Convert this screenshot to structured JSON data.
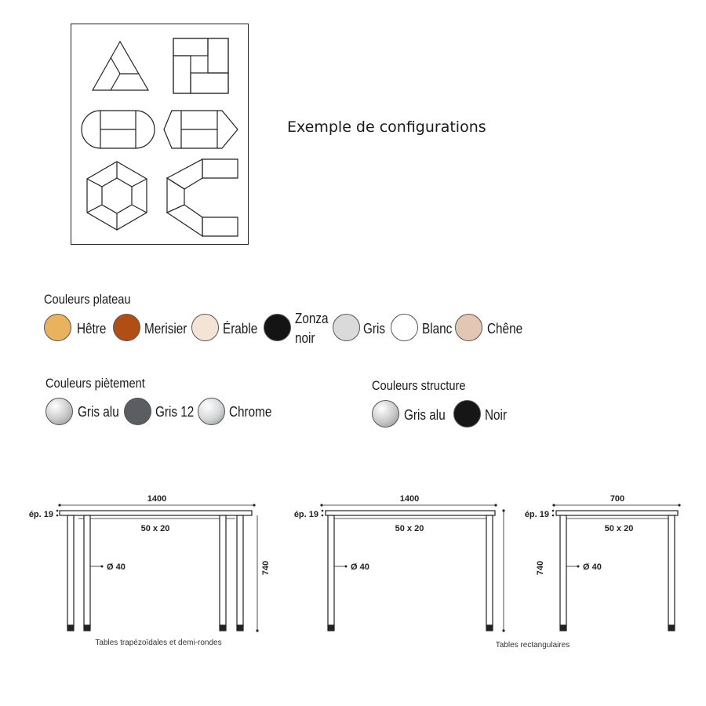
{
  "configurations": {
    "caption": "Exemple de configurations",
    "shapes": [
      "triangle-config",
      "square-config",
      "oval-config",
      "elongated-hexagon-config",
      "hexagon-config",
      "u-shape-config"
    ]
  },
  "plateau": {
    "title": "Couleurs plateau",
    "swatches": [
      {
        "label": "Hêtre",
        "color": "#e8b25e"
      },
      {
        "label": "Merisier",
        "color": "#b04e16"
      },
      {
        "label": "Érable",
        "color": "#f4e4d6"
      },
      {
        "label": "Zonza",
        "label2": "noir",
        "color": "#141414"
      },
      {
        "label": "Gris",
        "color": "#dadada"
      },
      {
        "label": "Blanc",
        "color": "#ffffff"
      },
      {
        "label": "Chêne",
        "color": "#e3c6b3"
      }
    ]
  },
  "pietement": {
    "title": "Couleurs piètement",
    "swatches": [
      {
        "label": "Gris alu",
        "color": "#c8c8c8"
      },
      {
        "label": "Gris 12",
        "color": "#5a5d62"
      },
      {
        "label": "Chrome",
        "color": "#d2d6d6"
      }
    ]
  },
  "structure": {
    "title": "Couleurs structure",
    "swatches": [
      {
        "label": "Gris alu",
        "color": "#c8c8c8"
      },
      {
        "label": "Noir",
        "color": "#161616"
      }
    ]
  },
  "tables": [
    {
      "width_label": "1400",
      "thickness_label": "ép. 19",
      "beam_label": "50 x 20",
      "leg_label": "Ø 40",
      "height_label": "740",
      "caption": "Tables trapézoïdales et demi-rondes"
    },
    {
      "width_label": "1400",
      "thickness_label": "ép. 19",
      "beam_label": "50 x 20",
      "leg_label": "Ø 40",
      "caption": "Tables rectangulaires"
    },
    {
      "width_label": "700",
      "thickness_label": "ép. 19",
      "beam_label": "50 x 20",
      "leg_label": "Ø 40",
      "height_label": "740"
    }
  ]
}
